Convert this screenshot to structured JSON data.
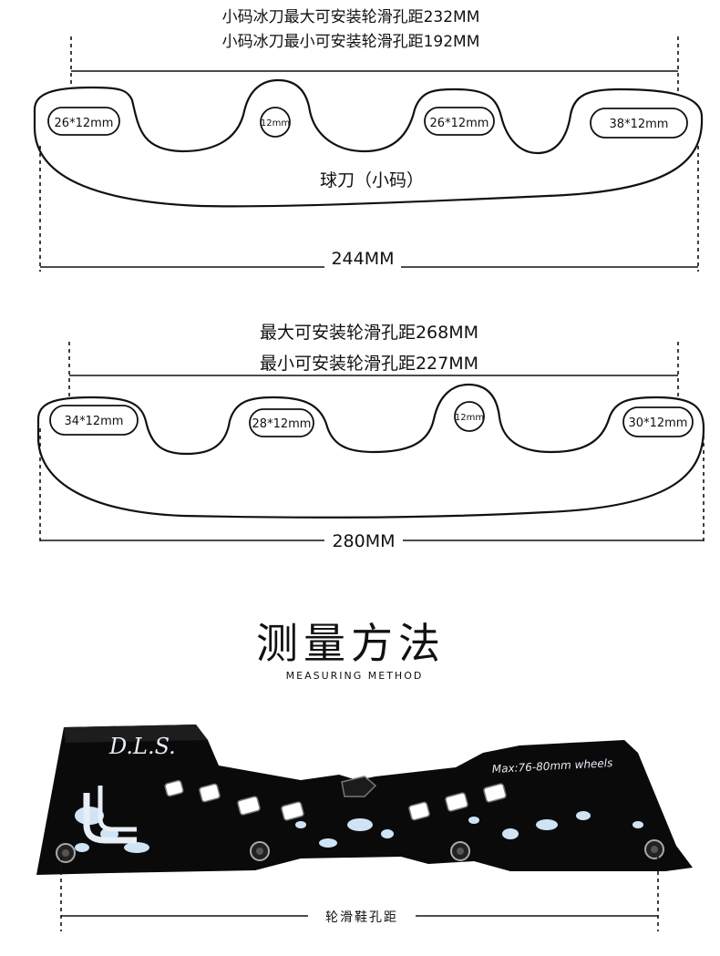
{
  "small_frame": {
    "max_spacing": "小码冰刀最大可安装轮滑孔距232MM",
    "min_spacing": "小码冰刀最小可安装轮滑孔距192MM",
    "name": "球刀（小码）",
    "length": "244MM",
    "holes": [
      "26*12mm",
      "12mm",
      "26*12mm",
      "38*12mm"
    ]
  },
  "large_frame": {
    "max_spacing": "最大可安装轮滑孔距268MM",
    "min_spacing": "最小可安装轮滑孔距227MM",
    "length": "280MM",
    "holes": [
      "34*12mm",
      "28*12mm",
      "12mm",
      "30*12mm"
    ]
  },
  "method": {
    "title": "测量方法",
    "subtitle": "MEASURING METHOD"
  },
  "photo": {
    "brand": "D.L.S.",
    "wheel_text": "Max:76-80mm wheels",
    "measure_label": "轮滑鞋孔距"
  },
  "colors": {
    "line": "#111111",
    "frame": "#0a0a0a",
    "splatter": "#cfe3f5"
  }
}
